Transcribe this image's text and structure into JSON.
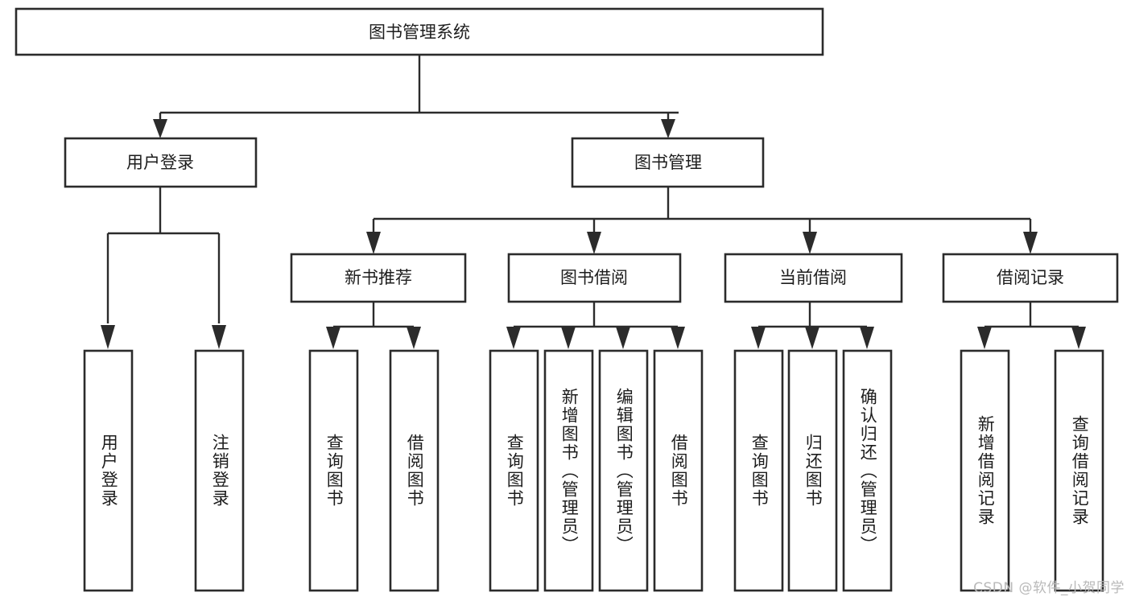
{
  "diagram": {
    "type": "tree-hierarchy",
    "orientation": "top-down",
    "colors": {
      "box_stroke": "#2b2b2b",
      "box_fill": "#ffffff",
      "edge": "#2b2b2b",
      "text": "#1d1d1d",
      "watermark": "#b9b9b9",
      "background": "#ffffff"
    },
    "root": {
      "label": "图书管理系统"
    },
    "level2": [
      {
        "label": "用户登录"
      },
      {
        "label": "图书管理"
      }
    ],
    "level3": [
      {
        "label": "新书推荐"
      },
      {
        "label": "图书借阅"
      },
      {
        "label": "当前借阅"
      },
      {
        "label": "借阅记录"
      }
    ],
    "leaves": {
      "user_login": [
        {
          "label": "用户登录"
        },
        {
          "label": "注销登录"
        }
      ],
      "new_book_recommend": [
        {
          "label": "查询图书"
        },
        {
          "label": "借阅图书"
        }
      ],
      "book_borrow": [
        {
          "label": "查询图书"
        },
        {
          "label": "新增图书（管理员）"
        },
        {
          "label": "编辑图书（管理员）"
        },
        {
          "label": "借阅图书"
        }
      ],
      "current_borrow": [
        {
          "label": "查询图书"
        },
        {
          "label": "归还图书"
        },
        {
          "label": "确认归还（管理员）"
        }
      ],
      "borrow_record": [
        {
          "label": "新增借阅记录"
        },
        {
          "label": "查询借阅记录"
        }
      ]
    }
  },
  "watermark": {
    "text": "CSDN @软件_小贺同学"
  }
}
